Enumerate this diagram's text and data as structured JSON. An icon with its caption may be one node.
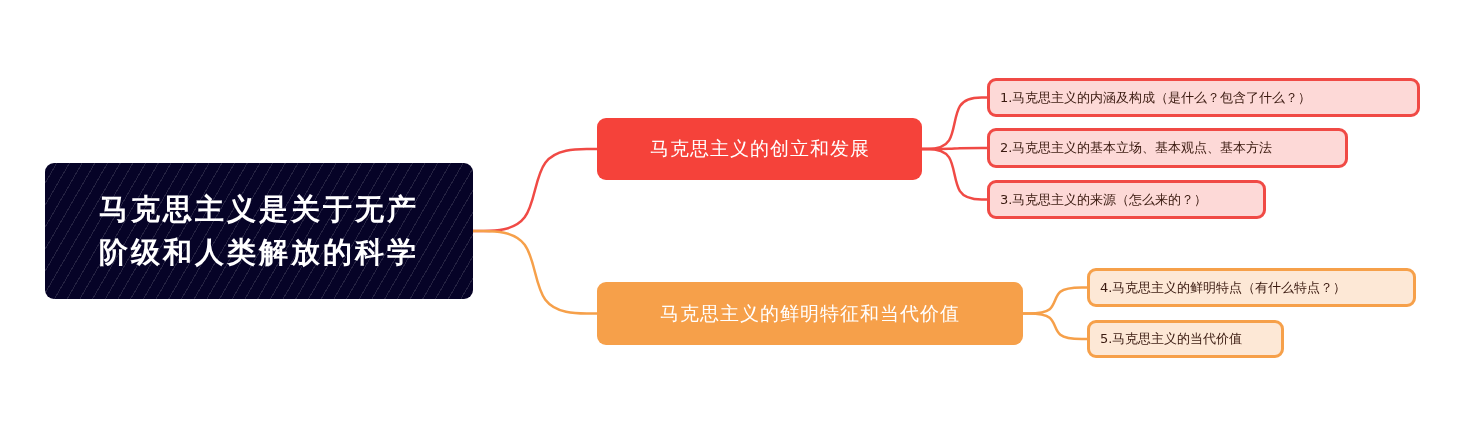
{
  "diagram": {
    "nodes": [
      {
        "text": [
          "马克思主义是关于无产阶级和人类解放的科学"
        ]
      },
      {
        "text": [
          "马克思主义的创立和发展"
        ]
      },
      {
        "text": [
          "马克思主义的鲜明特征和当代价值"
        ]
      },
      {
        "text": [
          "1.马克思主义的内涵及构成（是什么？包含了什么？）"
        ]
      },
      {
        "text": [
          "2.马克思主义的基本立场、基本观点、基本方法"
        ]
      },
      {
        "text": [
          "3.马克思主义的来源（怎么来的？）"
        ]
      },
      {
        "text": [
          "4.马克思主义的鲜明特点（有什么特点？）"
        ]
      },
      {
        "text": [
          "5.马克思主义的当代价值"
        ]
      }
    ],
    "edges": [
      {
        "from": 0,
        "to": 1,
        "arrow": "none",
        "color": "#f04a45"
      },
      {
        "from": 0,
        "to": 2,
        "arrow": "none",
        "color": "#f6a04a"
      },
      {
        "from": 1,
        "to": 3,
        "arrow": "none",
        "color": "#f04a45"
      },
      {
        "from": 1,
        "to": 4,
        "arrow": "none",
        "color": "#f04a45"
      },
      {
        "from": 1,
        "to": 5,
        "arrow": "none",
        "color": "#f04a45"
      },
      {
        "from": 2,
        "to": 6,
        "arrow": "none",
        "color": "#f6a04a"
      },
      {
        "from": 2,
        "to": 7,
        "arrow": "none",
        "color": "#f6a04a"
      }
    ]
  }
}
